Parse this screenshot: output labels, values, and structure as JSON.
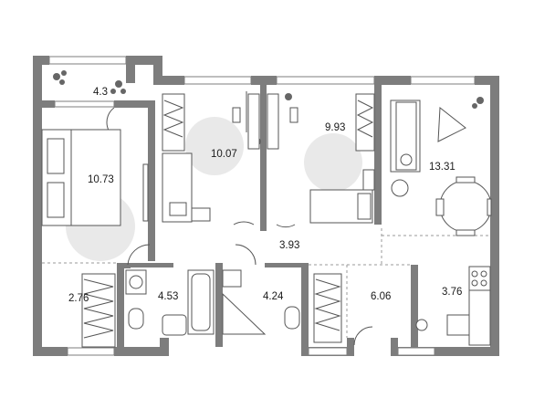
{
  "rooms": [
    {
      "id": "balcony",
      "area": "4.3"
    },
    {
      "id": "bedroom-1",
      "area": "10.73"
    },
    {
      "id": "bedroom-2",
      "area": "10.07"
    },
    {
      "id": "bedroom-3",
      "area": "9.93"
    },
    {
      "id": "living",
      "area": "13.31"
    },
    {
      "id": "hall",
      "area": "3.93"
    },
    {
      "id": "closet",
      "area": "2.76"
    },
    {
      "id": "bathroom",
      "area": "4.53"
    },
    {
      "id": "toilet",
      "area": "4.24"
    },
    {
      "id": "corridor",
      "area": "6.06"
    },
    {
      "id": "kitchen",
      "area": "3.76"
    }
  ],
  "colors": {
    "wall": "#7d7d7d",
    "zone": "#e9e9e9",
    "line": "#555555"
  }
}
